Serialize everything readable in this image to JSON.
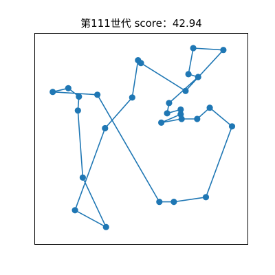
{
  "chart_data": {
    "type": "line",
    "title": "第111世代 score：42.94",
    "xlabel": "",
    "ylabel": "",
    "xlim": [
      0,
      1
    ],
    "ylim": [
      0,
      1
    ],
    "axes_visible": false,
    "grid": false,
    "legend": "none",
    "series_color": "#1f77b4",
    "closed_path": true,
    "route": [
      [
        0.605,
        0.6
      ],
      [
        0.705,
        0.645
      ],
      [
        0.705,
        0.67
      ],
      [
        0.635,
        0.65
      ],
      [
        0.645,
        0.705
      ],
      [
        0.795,
        0.845
      ],
      [
        0.745,
        0.86
      ],
      [
        0.77,
        1.0
      ],
      [
        0.925,
        0.99
      ],
      [
        0.73,
        0.77
      ],
      [
        0.5,
        0.92
      ],
      [
        0.485,
        0.935
      ],
      [
        0.455,
        0.735
      ],
      [
        0.315,
        0.57
      ],
      [
        0.16,
        0.13
      ],
      [
        0.32,
        0.04
      ],
      [
        0.2,
        0.305
      ],
      [
        0.175,
        0.665
      ],
      [
        0.18,
        0.74
      ],
      [
        0.125,
        0.785
      ],
      [
        0.045,
        0.765
      ],
      [
        0.275,
        0.75
      ],
      [
        0.595,
        0.175
      ],
      [
        0.67,
        0.175
      ],
      [
        0.835,
        0.2
      ],
      [
        0.97,
        0.58
      ],
      [
        0.855,
        0.68
      ],
      [
        0.79,
        0.62
      ],
      [
        0.71,
        0.62
      ]
    ]
  }
}
